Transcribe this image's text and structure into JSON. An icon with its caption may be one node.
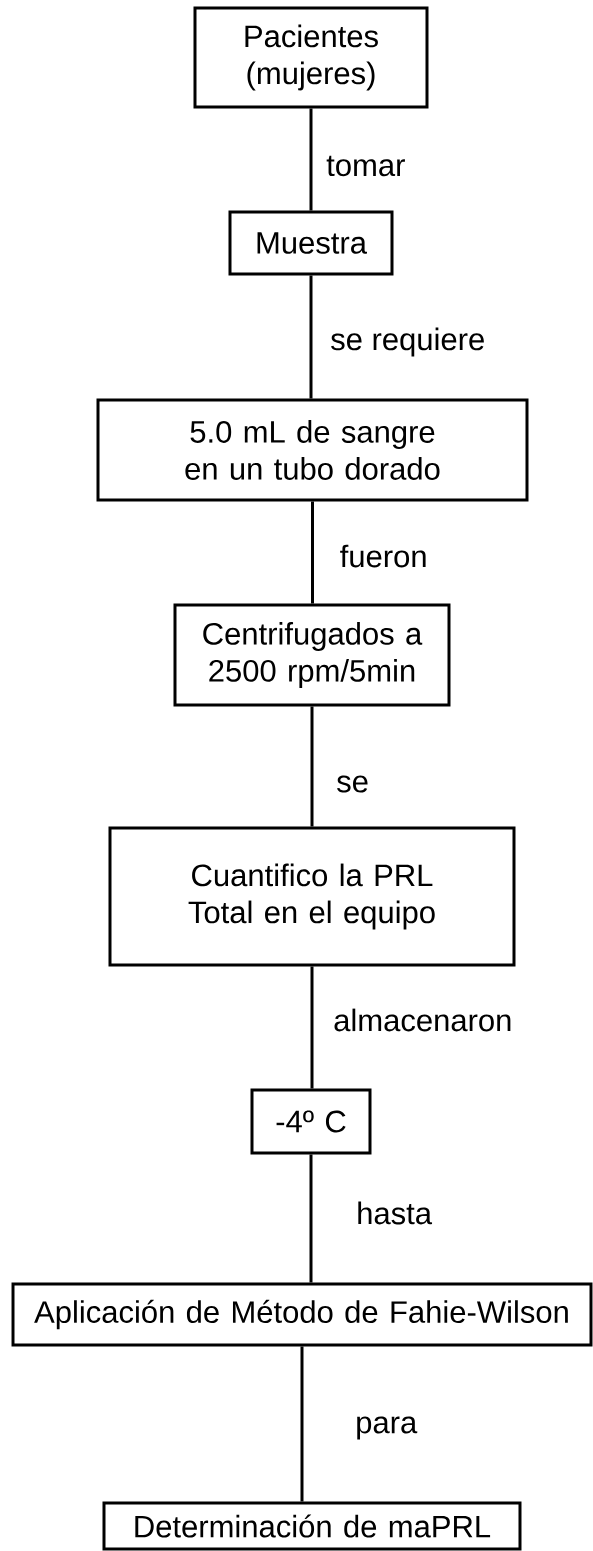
{
  "diagram": {
    "nodes": [
      {
        "text": [
          "Pacientes (mujeres)"
        ]
      },
      {
        "text": [
          "Muestra"
        ]
      },
      {
        "text": [
          "5.0 mL de sangre en un tubo dorado"
        ]
      },
      {
        "text": [
          "Centrifugados a 2500 rpm/5min"
        ]
      },
      {
        "text": [
          "Cuantifico la PRL Total en el equipo"
        ]
      },
      {
        "text": [
          "-4º C"
        ]
      },
      {
        "text": [
          "Aplicación de Método de Fahie-Wilson"
        ]
      },
      {
        "text": [
          "Determinación de maPRL"
        ]
      }
    ],
    "edges": [
      {
        "from": 0,
        "to": 1,
        "arrow": "none",
        "label": "tomar"
      },
      {
        "from": 1,
        "to": 2,
        "arrow": "none",
        "label": "se requiere"
      },
      {
        "from": 2,
        "to": 3,
        "arrow": "none",
        "label": "fueron"
      },
      {
        "from": 3,
        "to": 4,
        "arrow": "none",
        "label": "se"
      },
      {
        "from": 4,
        "to": 5,
        "arrow": "none",
        "label": "almacenaron"
      },
      {
        "from": 5,
        "to": 6,
        "arrow": "none",
        "label": "hasta"
      },
      {
        "from": 6,
        "to": 7,
        "arrow": "none",
        "label": "para"
      }
    ]
  }
}
